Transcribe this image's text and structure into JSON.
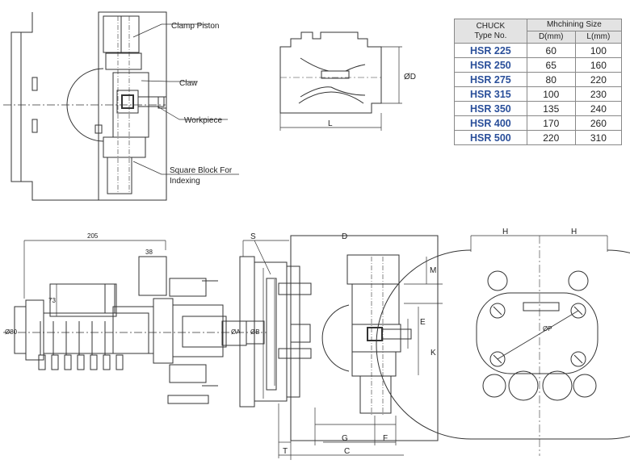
{
  "labels": {
    "clamp_piston": "Clamp Piston",
    "claw": "Claw",
    "workpiece": "Workpiece",
    "square_block_line1": "Square Block For",
    "square_block_line2": "Indexing"
  },
  "dims": {
    "L": "L",
    "D": "ØD",
    "d205": "205",
    "d38": "38",
    "d73": "73",
    "d80": "Ø80",
    "S": "S",
    "Dtop": "D",
    "M": "M",
    "E": "E",
    "K": "K",
    "A": "ØA",
    "B": "ØB",
    "G": "G",
    "F": "F",
    "C": "C",
    "T": "T",
    "H1": "H",
    "H2": "H",
    "P": "ØP"
  },
  "table": {
    "col1_line1": "CHUCK",
    "col1_line2": "Type No.",
    "group_header": "Mhchining Size",
    "sub_d": "D(mm)",
    "sub_l": "L(mm)",
    "rows": [
      {
        "model": "HSR 225",
        "d": "60",
        "l": "100"
      },
      {
        "model": "HSR 250",
        "d": "65",
        "l": "160"
      },
      {
        "model": "HSR 275",
        "d": "80",
        "l": "220"
      },
      {
        "model": "HSR 315",
        "d": "100",
        "l": "230"
      },
      {
        "model": "HSR 350",
        "d": "135",
        "l": "240"
      },
      {
        "model": "HSR 400",
        "d": "170",
        "l": "260"
      },
      {
        "model": "HSR 500",
        "d": "220",
        "l": "310"
      }
    ]
  },
  "colors": {
    "line": "#333333",
    "model_text": "#2a4f9a",
    "header_bg": "#e3e3e3"
  }
}
